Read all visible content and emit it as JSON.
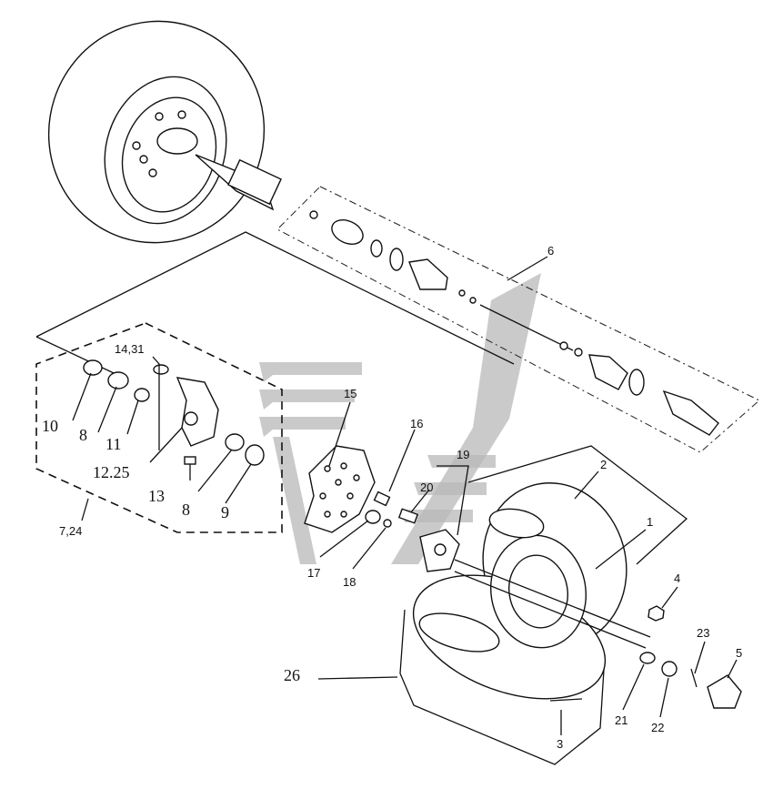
{
  "diagram": {
    "callouts": [
      {
        "id": "c1",
        "label": "1"
      },
      {
        "id": "c2",
        "label": "2"
      },
      {
        "id": "c3",
        "label": "3"
      },
      {
        "id": "c4",
        "label": "4"
      },
      {
        "id": "c5",
        "label": "5"
      },
      {
        "id": "c6",
        "label": "6"
      },
      {
        "id": "c7",
        "label": "7,24"
      },
      {
        "id": "c8a",
        "label": "8"
      },
      {
        "id": "c8b",
        "label": "8"
      },
      {
        "id": "c9",
        "label": "9"
      },
      {
        "id": "c10",
        "label": "10"
      },
      {
        "id": "c11",
        "label": "11"
      },
      {
        "id": "c12",
        "label": "12.25"
      },
      {
        "id": "c13",
        "label": "13"
      },
      {
        "id": "c14",
        "label": "14,31"
      },
      {
        "id": "c15",
        "label": "15"
      },
      {
        "id": "c16",
        "label": "16"
      },
      {
        "id": "c17",
        "label": "17"
      },
      {
        "id": "c18",
        "label": "18"
      },
      {
        "id": "c19",
        "label": "19"
      },
      {
        "id": "c20",
        "label": "20"
      },
      {
        "id": "c21",
        "label": "21"
      },
      {
        "id": "c22",
        "label": "22"
      },
      {
        "id": "c23",
        "label": "23"
      },
      {
        "id": "c26",
        "label": "26"
      }
    ],
    "colors": {
      "line": "#111111",
      "background": "#ffffff",
      "watermark": "#b8b8b8"
    }
  }
}
